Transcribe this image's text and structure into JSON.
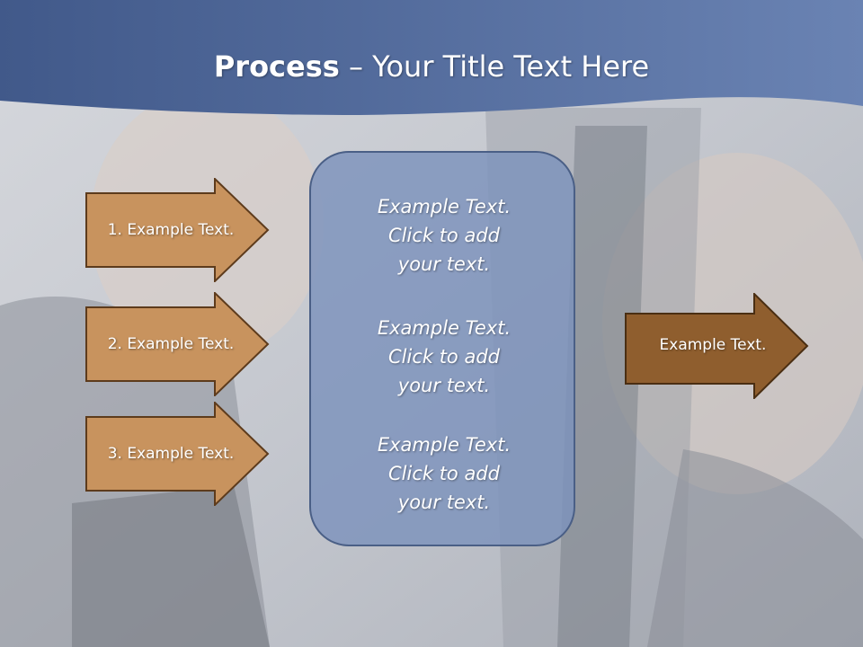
{
  "slide": {
    "title_bold": "Process",
    "title_rest": " – Your Title Text Here"
  },
  "left_steps": [
    {
      "label": "1. Example Text."
    },
    {
      "label": "2. Example Text."
    },
    {
      "label": "3. Example Text."
    }
  ],
  "center_box": {
    "paragraphs": [
      {
        "line1": "Example Text.",
        "line2": "Click  to add",
        "line3": "your text."
      },
      {
        "line1": "Example Text.",
        "line2": "Click  to add",
        "line3": "your text."
      },
      {
        "line1": "Example Text.",
        "line2": "Click  to add",
        "line3": "your text."
      }
    ]
  },
  "output": {
    "label": "Example Text."
  },
  "colors": {
    "header_blue": "#4f6a9c",
    "step_arrow": "#c8935e",
    "output_arrow": "#8f5e2e",
    "panel_fill": "#7c92bc",
    "panel_border": "#4a5f86"
  }
}
